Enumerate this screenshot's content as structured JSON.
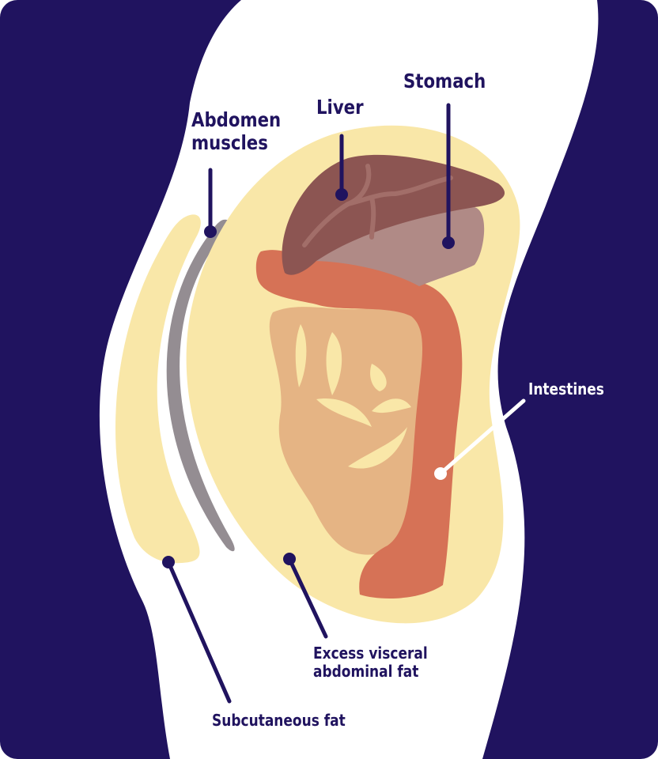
{
  "labels": {
    "abdomen_muscles": [
      "Abdomen",
      "muscles"
    ],
    "liver": "Liver",
    "stomach": "Stomach",
    "intestines": "Intestines",
    "visceral_fat": [
      "Excess visceral",
      "abdominal fat"
    ],
    "subcutaneous_fat": "Subcutaneous fat"
  },
  "colors": {
    "background": "#20135f",
    "body": "#ffffff",
    "fat": "#f9e7a8",
    "liver": "#8c5552",
    "stomach": "#b08a86",
    "intestines": "#d67256",
    "small_intestine": "#e5b484",
    "muscle": "#948d92",
    "label": "#20135f"
  }
}
